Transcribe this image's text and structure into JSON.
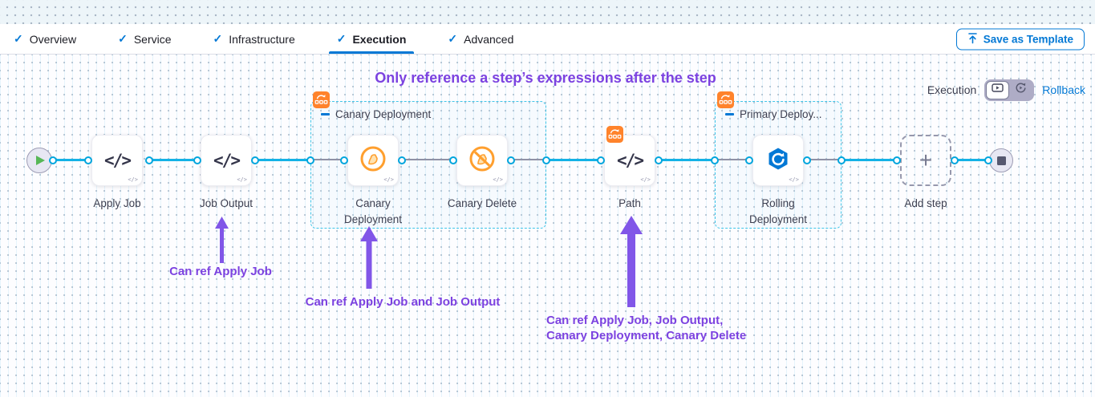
{
  "tabs": [
    {
      "label": "Overview",
      "active": false
    },
    {
      "label": "Service",
      "active": false
    },
    {
      "label": "Infrastructure",
      "active": false
    },
    {
      "label": "Execution",
      "active": true
    },
    {
      "label": "Advanced",
      "active": false
    }
  ],
  "toolbar": {
    "save_as_template_label": "Save as Template"
  },
  "callout_title": "Only reference a step’s expressions after the step",
  "mode_switch": {
    "execution_label": "Execution",
    "rollback_label": "Rollback"
  },
  "pipeline": {
    "steps": [
      {
        "label": "Apply Job",
        "icon": "code-icon"
      },
      {
        "label": "Job Output",
        "icon": "code-icon"
      },
      {
        "label": "Canary Deployment",
        "icon": "canary-icon"
      },
      {
        "label": "Canary Delete",
        "icon": "canary-delete-icon"
      },
      {
        "label": "Path",
        "icon": "code-icon"
      },
      {
        "label": "Rolling Deployment",
        "icon": "rolling-deploy-icon"
      }
    ],
    "groups": [
      {
        "label": "Canary Deployment"
      },
      {
        "label": "Primary Deploy..."
      }
    ],
    "add_step_label": "Add step"
  },
  "icons": {
    "check": "✓",
    "plus": "+",
    "code": "</>",
    "code_small": "</>"
  },
  "annotations": {
    "a1": "Can ref Apply Job",
    "a2": "Can ref Apply Job and Job Output",
    "a3_line1": "Can ref Apply Job, Job Output,",
    "a3_line2": "Canary Deployment, Canary Delete"
  },
  "colors": {
    "accent_blue": "#0278d5",
    "connector_blue": "#14b2e6",
    "group_border_cyan": "#40c6e9",
    "annotation_purple": "#7c42e0",
    "arrow_purple": "#8156e8",
    "badge_orange": "#ff832b",
    "canary_orange": "#ff9f2e",
    "play_green": "#57b757"
  }
}
